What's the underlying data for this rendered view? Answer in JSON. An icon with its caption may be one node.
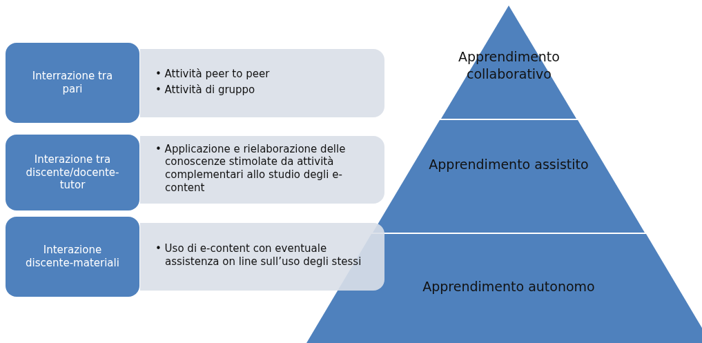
{
  "diagram": {
    "nodes": [
      {
        "text": [
          "Interrazione tra pari"
        ]
      },
      {
        "text": [
          "• Attività peer to peer",
          "• Attività di gruppo"
        ]
      },
      {
        "text": [
          "Interazione tra discente/docente-tutor"
        ]
      },
      {
        "text": [
          "• Applicazione e rielaborazione delle conoscenze stimolate da attività complementari allo studio degli e-content"
        ]
      },
      {
        "text": [
          "Interazione discente-materiali"
        ]
      },
      {
        "text": [
          "• Uso di e-content con eventuale assistenza on line sull’uso degli stessi"
        ]
      },
      {
        "text": [
          "Apprendimento collaborativo"
        ]
      },
      {
        "text": [
          "Apprendimento assistito"
        ]
      },
      {
        "text": [
          "Apprendimento autonomo"
        ]
      }
    ]
  }
}
